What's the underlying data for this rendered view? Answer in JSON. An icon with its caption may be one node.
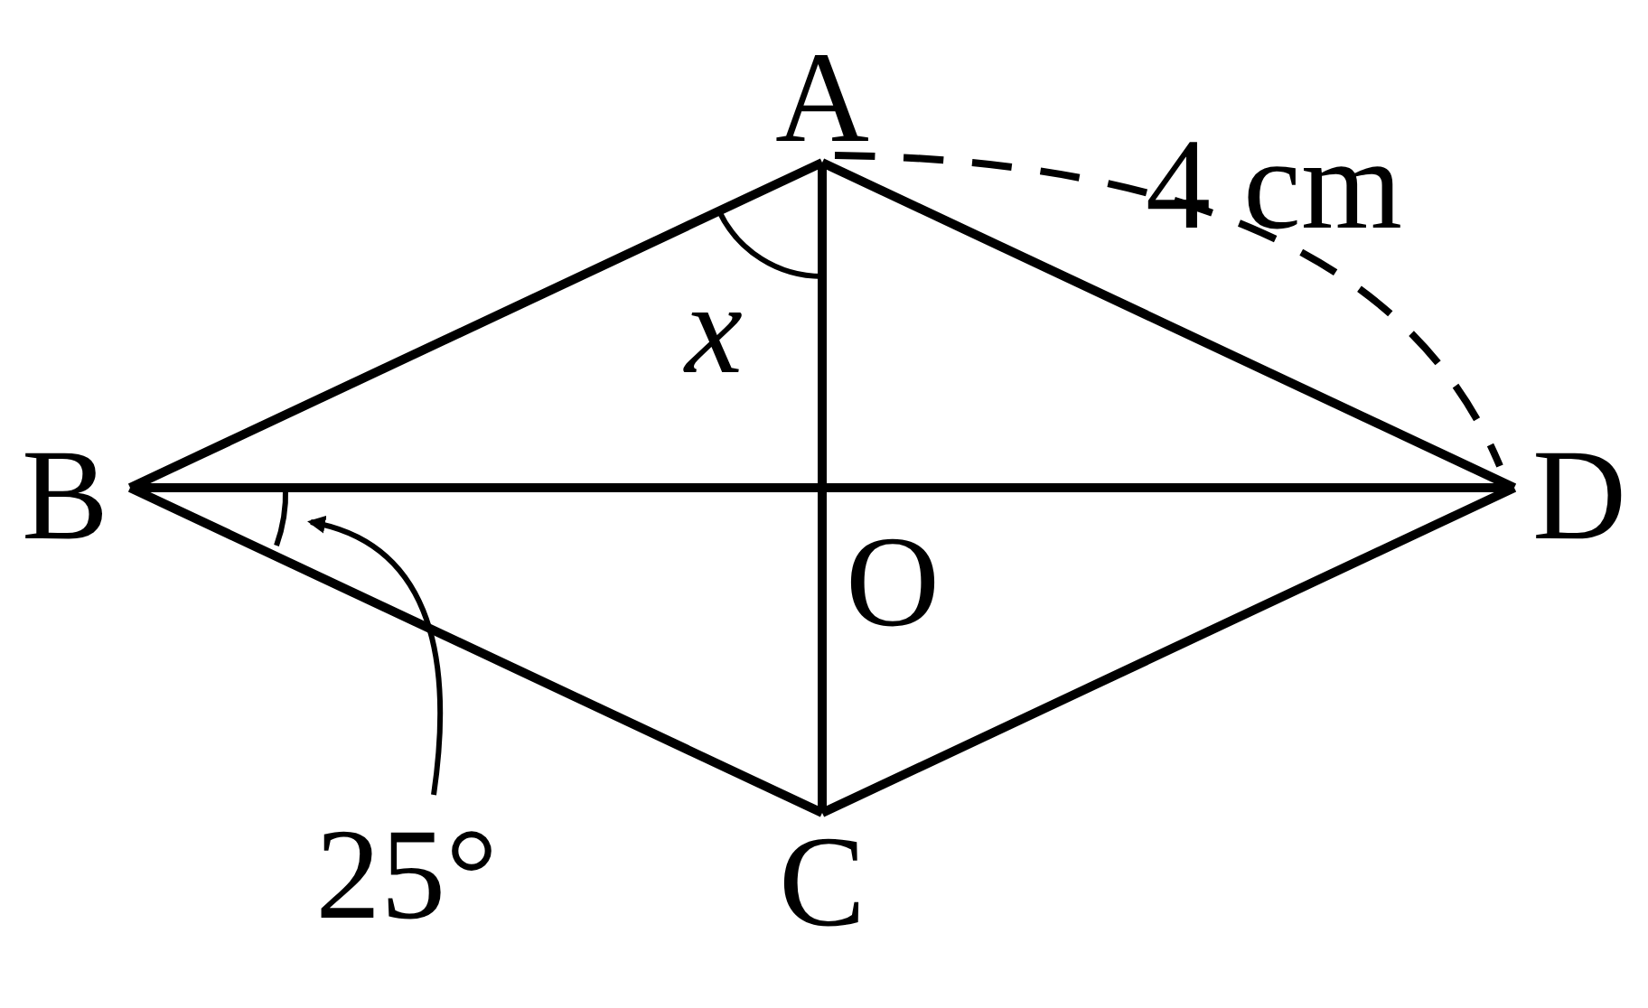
{
  "diagram": {
    "nodes": [
      {
        "text": [
          "A"
        ]
      },
      {
        "text": [
          "B"
        ]
      },
      {
        "text": [
          "C"
        ]
      },
      {
        "text": [
          "D"
        ]
      },
      {
        "text": [
          "25°"
        ]
      }
    ],
    "edges": [
      {
        "from": 0,
        "to": 1,
        "arrow": "none"
      },
      {
        "from": 0,
        "to": 3,
        "arrow": "none"
      },
      {
        "from": 1,
        "to": 2,
        "arrow": "none"
      },
      {
        "from": 2,
        "to": 3,
        "arrow": "none"
      },
      {
        "from": 0,
        "to": 2,
        "arrow": "none"
      },
      {
        "from": 1,
        "to": 3,
        "arrow": "none"
      },
      {
        "from": 4,
        "to": null,
        "arrow": "to"
      }
    ],
    "labels": [
      "4 cm",
      "x",
      "O"
    ]
  }
}
